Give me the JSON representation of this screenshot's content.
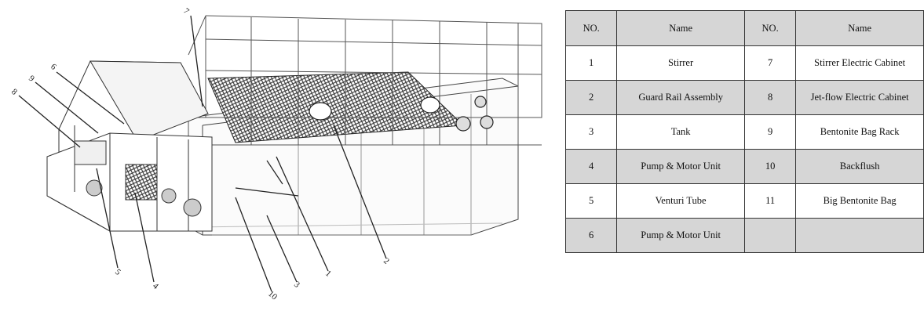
{
  "callouts": [
    "1",
    "2",
    "3",
    "4",
    "5",
    "6",
    "7",
    "8",
    "9",
    "10"
  ],
  "table": {
    "header": {
      "no1": "NO.",
      "name1": "Name",
      "no2": "NO.",
      "name2": "Name"
    },
    "rows": [
      {
        "no1": "1",
        "name1": "Stirrer",
        "no2": "7",
        "name2": "Stirrer Electric Cabinet"
      },
      {
        "no1": "2",
        "name1": "Guard Rail Assembly",
        "no2": "8",
        "name2": "Jet-flow Electric Cabinet"
      },
      {
        "no1": "3",
        "name1": "Tank",
        "no2": "9",
        "name2": "Bentonite Bag Rack"
      },
      {
        "no1": "4",
        "name1": "Pump & Motor Unit",
        "no2": "10",
        "name2": "Backflush"
      },
      {
        "no1": "5",
        "name1": "Venturi Tube",
        "no2": "11",
        "name2": "Big Bentonite Bag"
      },
      {
        "no1": "6",
        "name1": "Pump & Motor Unit",
        "no2": "",
        "name2": ""
      }
    ]
  }
}
